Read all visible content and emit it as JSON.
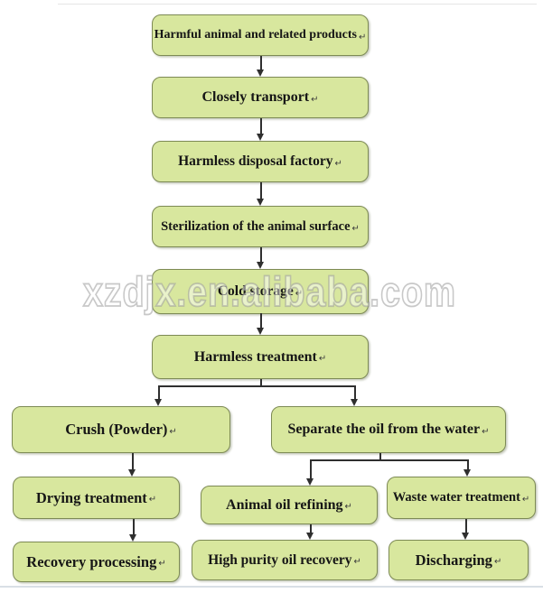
{
  "flowchart": {
    "nodes": {
      "harmful_products": {
        "label": "Harmful animal and related products"
      },
      "closely_transport": {
        "label": "Closely transport"
      },
      "disposal_factory": {
        "label": "Harmless disposal factory"
      },
      "sterilization": {
        "label": "Sterilization of the animal surface"
      },
      "cold_storage": {
        "label": "Cold storage"
      },
      "harmless_treatment": {
        "label": "Harmless treatment"
      },
      "crush_powder": {
        "label": "Crush (Powder)"
      },
      "separate_oil_water": {
        "label": "Separate the oil from the water"
      },
      "drying_treatment": {
        "label": "Drying treatment"
      },
      "recovery_processing": {
        "label": "Recovery processing"
      },
      "animal_oil_refining": {
        "label": "Animal oil refining"
      },
      "waste_water_treatment": {
        "label": "Waste water treatment"
      },
      "high_purity_oil_recovery": {
        "label": "High purity oil recovery"
      },
      "discharging": {
        "label": "Discharging"
      }
    },
    "paragraph_return_mark": "↵"
  },
  "watermark": {
    "text": "xzdjx.en.alibaba.com"
  },
  "colors": {
    "node_fill": "#d8e79e",
    "node_border": "#7d8a55",
    "connector": "#2f2f2f"
  }
}
